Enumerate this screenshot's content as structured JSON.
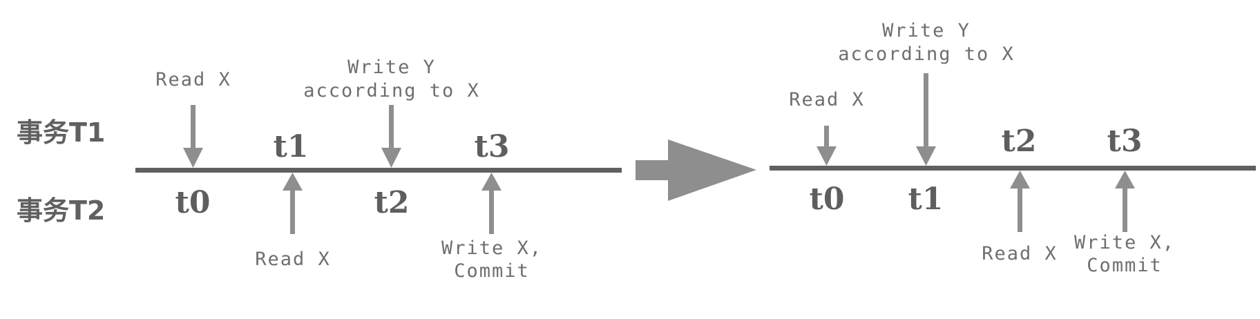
{
  "lanes": {
    "t1": "事务T1",
    "t2": "事务T2"
  },
  "before": {
    "ticks": [
      "t0",
      "t1",
      "t2",
      "t3"
    ],
    "t1_ops": [
      {
        "at": "t0",
        "lines": [
          "Read X"
        ]
      },
      {
        "at": "t2",
        "lines": [
          "Write Y",
          "according to X"
        ]
      }
    ],
    "t2_ops": [
      {
        "at": "t1",
        "lines": [
          "Read X"
        ]
      },
      {
        "at": "t3",
        "lines": [
          "Write X,",
          "Commit"
        ]
      }
    ]
  },
  "after": {
    "ticks": [
      "t0",
      "t1",
      "t2",
      "t3"
    ],
    "t1_ops": [
      {
        "at": "t0",
        "lines": [
          "Read X"
        ]
      },
      {
        "at": "t1",
        "lines": [
          "Write Y",
          "according to X"
        ]
      }
    ],
    "t2_ops": [
      {
        "at": "t2",
        "lines": [
          "Read X"
        ]
      },
      {
        "at": "t3",
        "lines": [
          "Write X,",
          "Commit"
        ]
      }
    ]
  },
  "colors": {
    "axis": "#606060",
    "arrow": "#8e8e8e",
    "big_arrow": "#8e8e8e",
    "label": "#6e6e6e",
    "tick": "#5e5e5e"
  }
}
